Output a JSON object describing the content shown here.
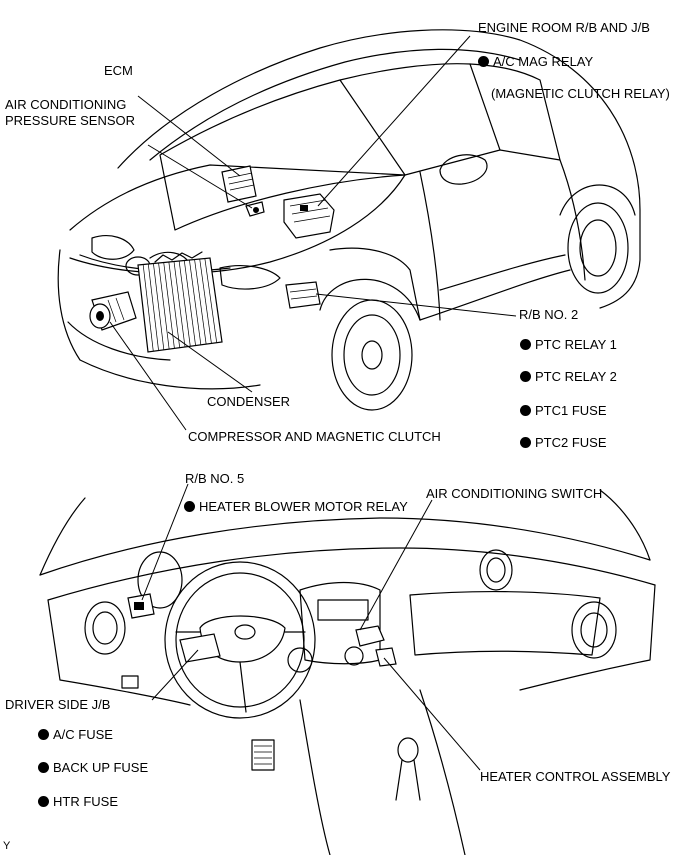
{
  "top_view": {
    "ecm": "ECM",
    "ac_pressure_sensor": [
      "AIR CONDITIONING",
      "PRESSURE SENSOR"
    ],
    "engine_room_rb_jb": "ENGINE ROOM R/B AND J/B",
    "ac_mag_relay": "A/C MAG RELAY",
    "magnetic_clutch_relay": "(MAGNETIC CLUTCH RELAY)",
    "rb_no2": "R/B NO. 2",
    "ptc_relay_1": "PTC RELAY 1",
    "ptc_relay_2": "PTC RELAY 2",
    "ptc1_fuse": "PTC1 FUSE",
    "ptc2_fuse": "PTC2 FUSE",
    "condenser": "CONDENSER",
    "compressor": "COMPRESSOR AND MAGNETIC CLUTCH"
  },
  "bottom_view": {
    "rb_no5": "R/B NO. 5",
    "heater_blower_relay": "HEATER BLOWER MOTOR RELAY",
    "ac_switch": "AIR CONDITIONING SWITCH",
    "driver_side_jb": "DRIVER SIDE J/B",
    "ac_fuse": "A/C FUSE",
    "back_up_fuse": "BACK UP FUSE",
    "htr_fuse": "HTR FUSE",
    "heater_control_assembly": "HEATER CONTROL ASSEMBLY"
  },
  "corner_mark": "Y"
}
